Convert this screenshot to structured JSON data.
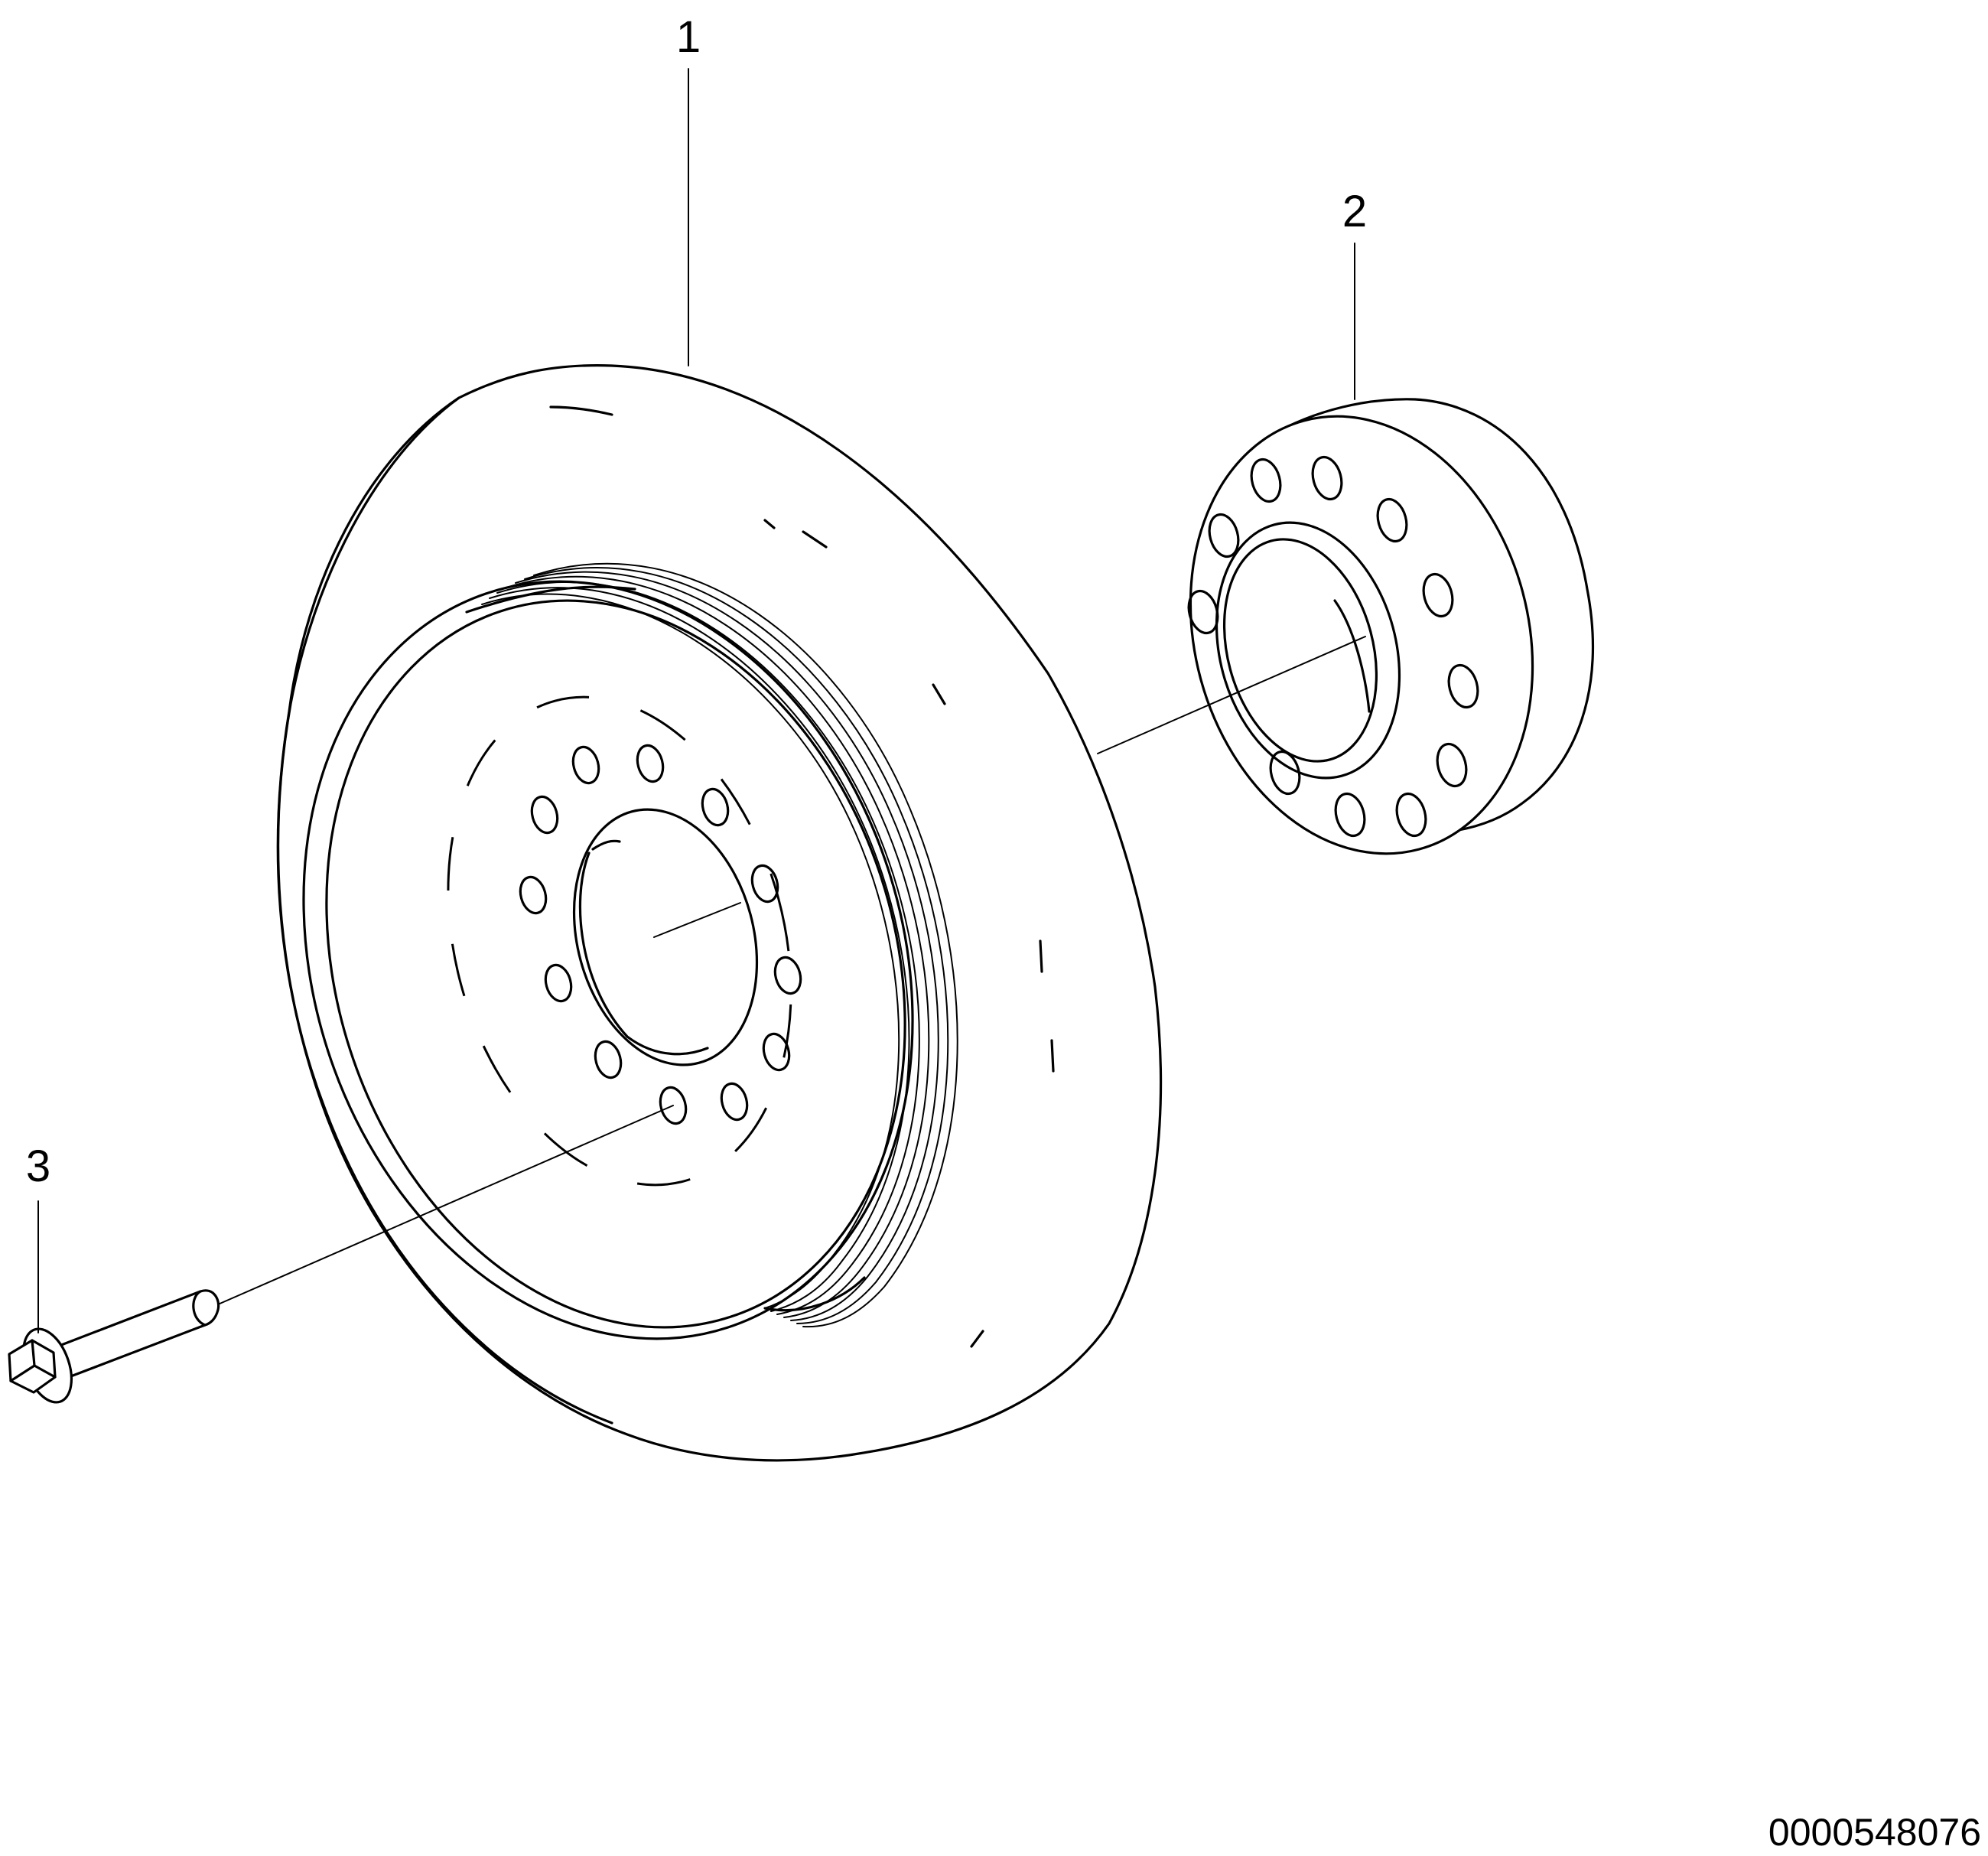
{
  "callouts": [
    {
      "number": "1",
      "part": "crankshaft-pulley-damper"
    },
    {
      "number": "2",
      "part": "hub-adapter"
    },
    {
      "number": "3",
      "part": "flange-bolt"
    }
  ],
  "drawing_number": "0000548076",
  "colors": {
    "line": "#000000",
    "background": "#ffffff"
  }
}
